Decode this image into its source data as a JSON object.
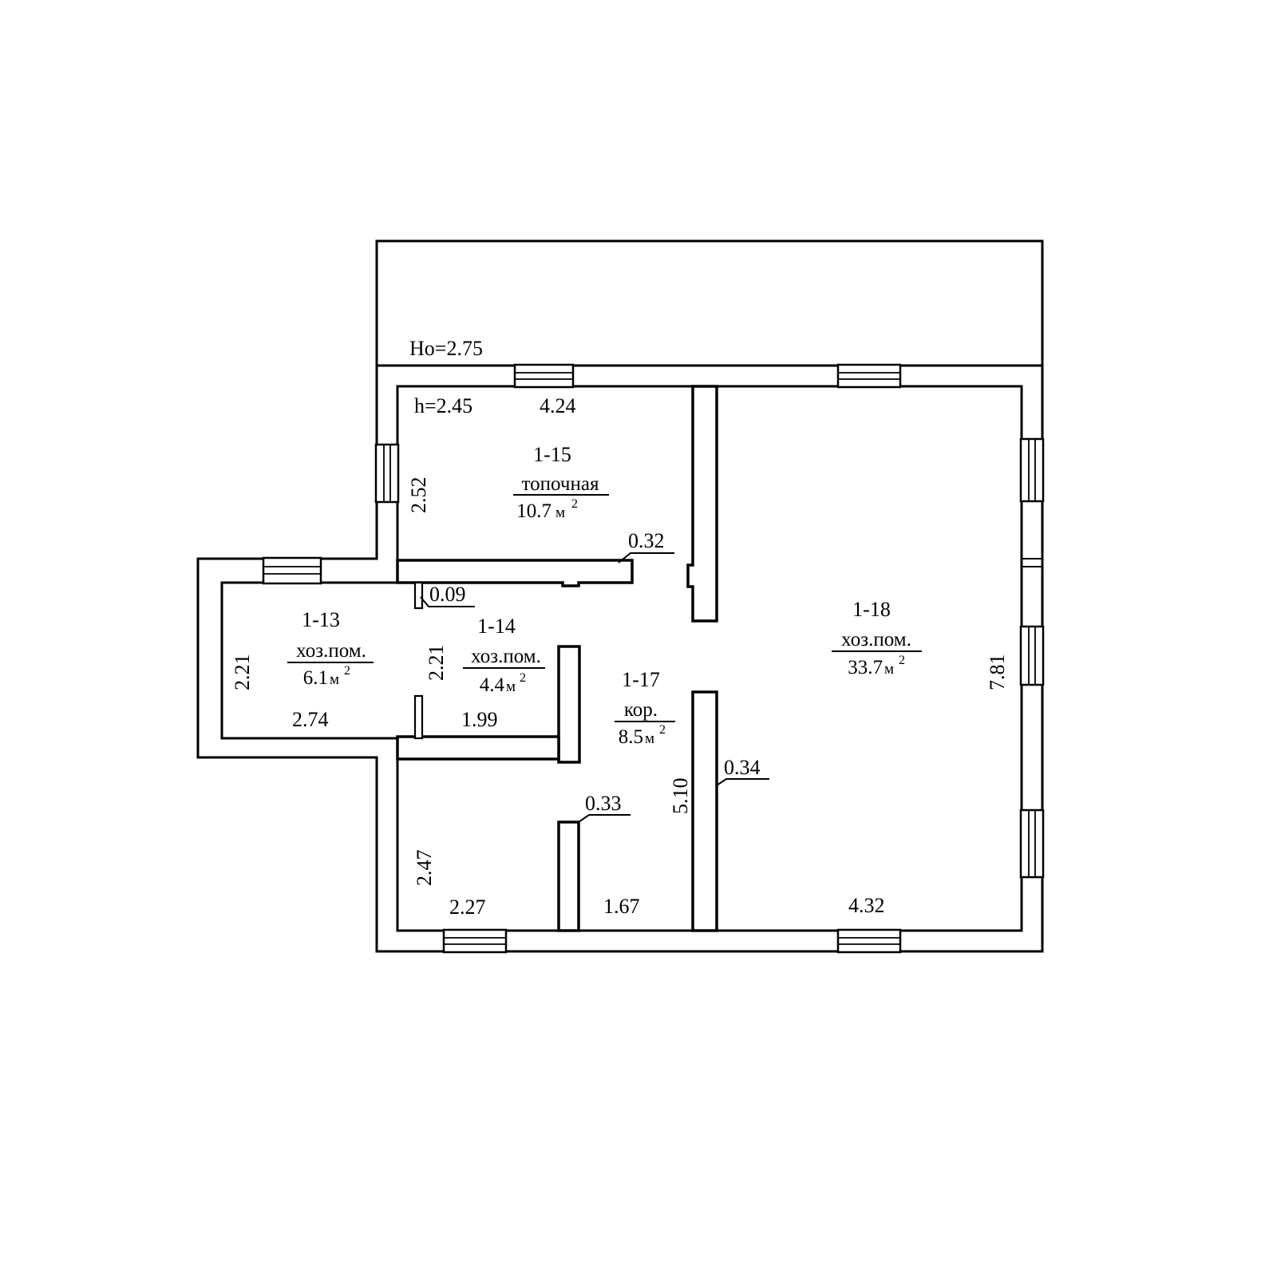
{
  "building": {
    "outer_height": "Hо=2.75",
    "inner_height": "h=2.45"
  },
  "rooms": [
    {
      "id": "1-13",
      "name": "хоз.пом.",
      "area": "6.1",
      "unit": "м",
      "sup": "2"
    },
    {
      "id": "1-14",
      "name": "хоз.пом.",
      "area": "4.4",
      "unit": "м",
      "sup": "2"
    },
    {
      "id": "1-15",
      "name": "топочная",
      "area": "10.7",
      "unit": "м",
      "sup": "2"
    },
    {
      "id": "1-17",
      "name": "кор.",
      "area": "8.5",
      "unit": "м",
      "sup": "2"
    },
    {
      "id": "1-18",
      "name": "хоз.пом.",
      "area": "33.7",
      "unit": "м",
      "sup": "2"
    }
  ],
  "dimensions": {
    "d_424": "4.24",
    "d_252": "2.52",
    "d_032": "0.32",
    "d_009": "0.09",
    "d_221_left": "2.21",
    "d_221_mid": "2.21",
    "d_274": "2.74",
    "d_199": "1.99",
    "d_510": "5.10",
    "d_034": "0.34",
    "d_033": "0.33",
    "d_247": "2.47",
    "d_227": "2.27",
    "d_167": "1.67",
    "d_432": "4.32",
    "d_781": "7.81"
  }
}
